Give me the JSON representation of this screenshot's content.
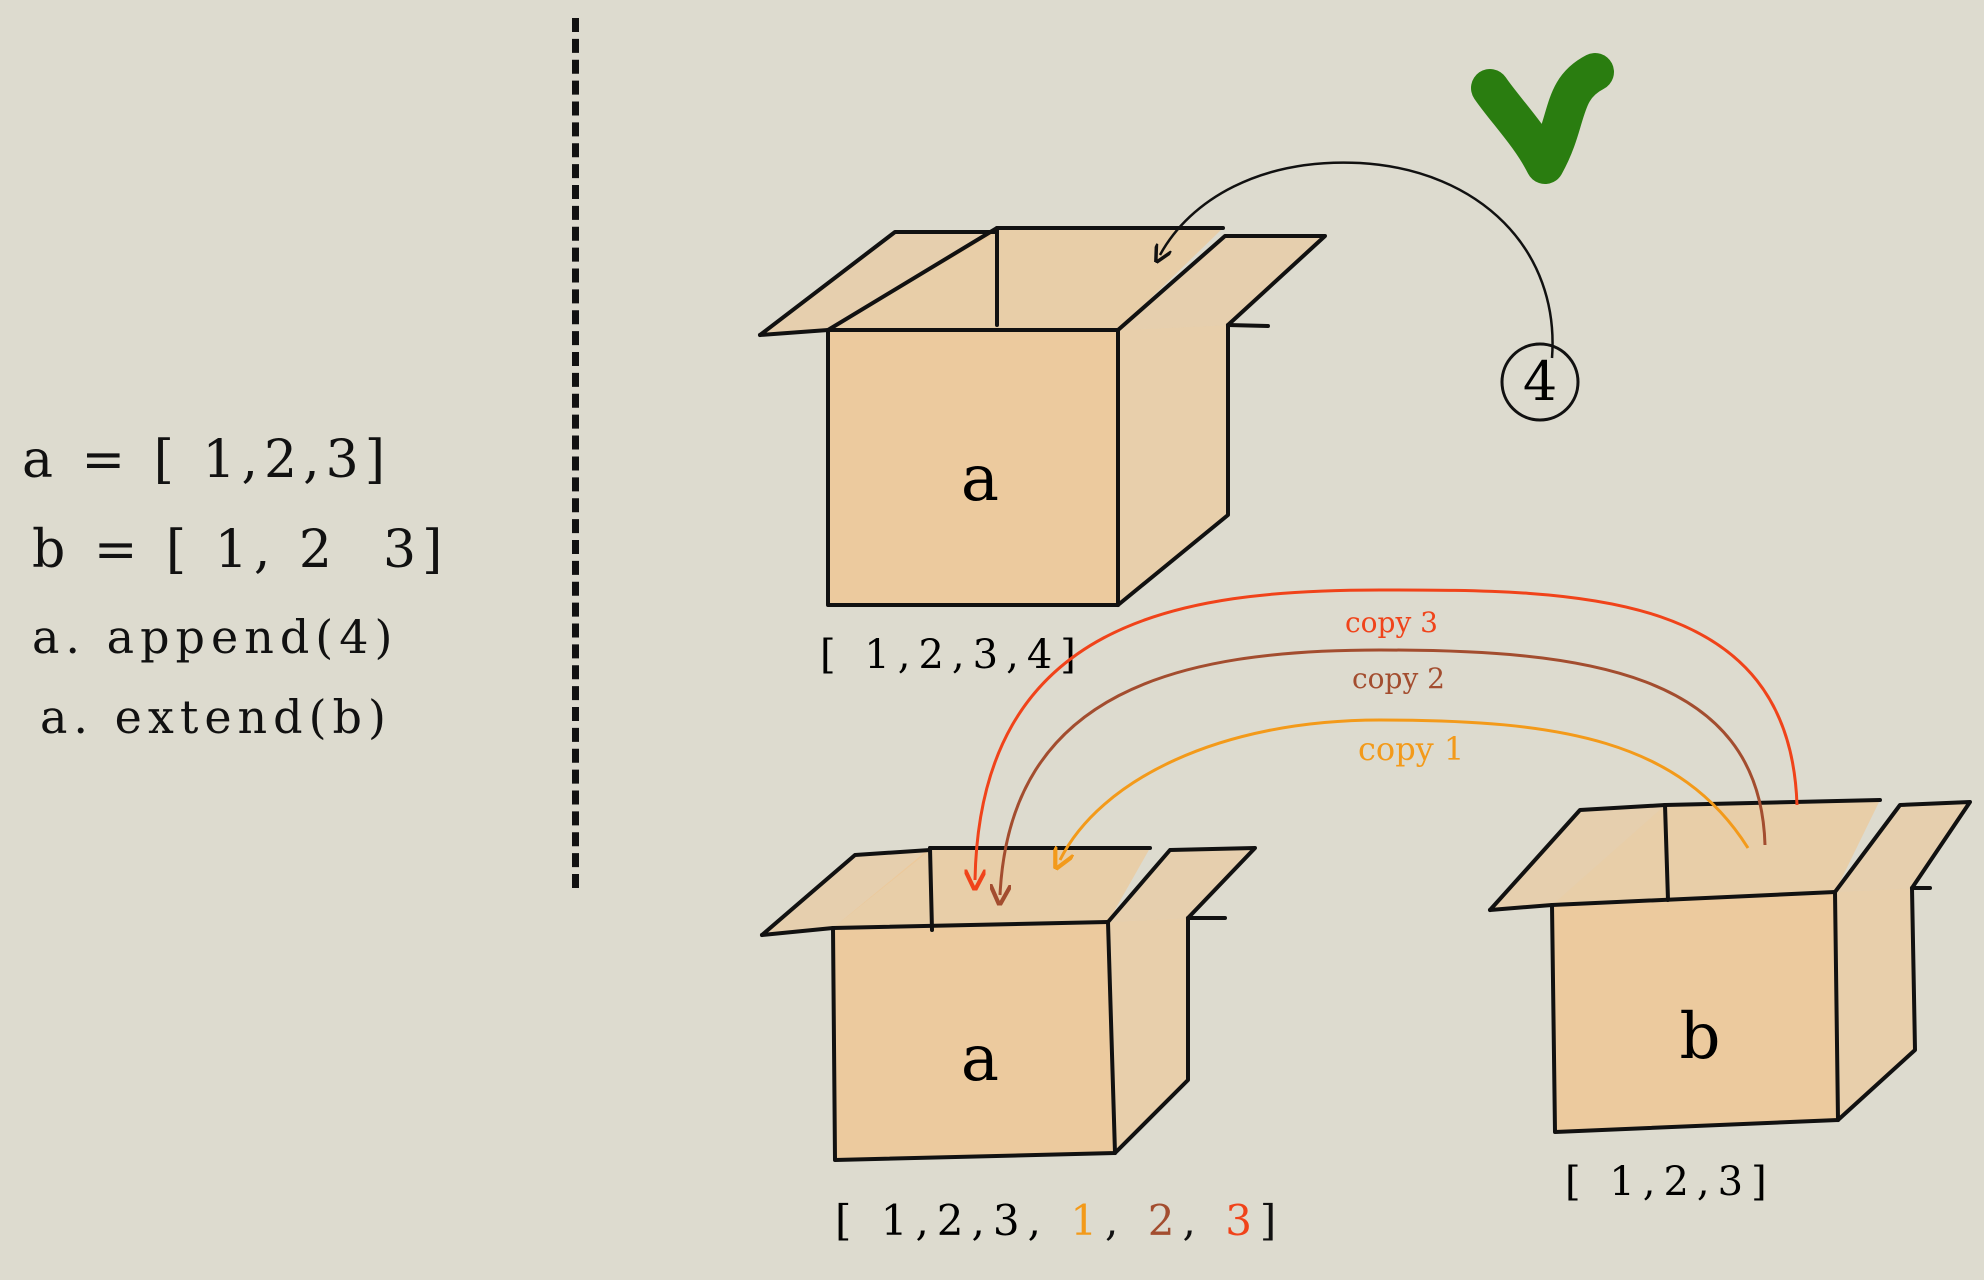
{
  "code": {
    "line1": "a = [ 1,2,3]",
    "line2": "b = [ 1, 2  3]",
    "line3": "a. append(4)",
    "line4": "a. extend(b)"
  },
  "top_box": {
    "label": "a",
    "contents": "[ 1,2,3,4]",
    "incoming_value": "4"
  },
  "bottom_box_a": {
    "label": "a",
    "contents_prefix": "[ 1,2,3, ",
    "copied": [
      "1",
      "2",
      "3"
    ],
    "contents_suffix": "]"
  },
  "bottom_box_b": {
    "label": "b",
    "contents": "[ 1,2,3]"
  },
  "arrows": {
    "copy1": "copy 1",
    "copy2": "copy 2",
    "copy3": "copy 3"
  },
  "colors": {
    "background": "#dddbcf",
    "box_fill": "#f0c48e",
    "copy1": "#f39a1a",
    "copy2": "#a34d2f",
    "copy3": "#f0431a",
    "checkmark": "#2a7d10"
  },
  "icons": [
    "checkmark-icon",
    "circle-number-icon",
    "arrow-icon"
  ]
}
